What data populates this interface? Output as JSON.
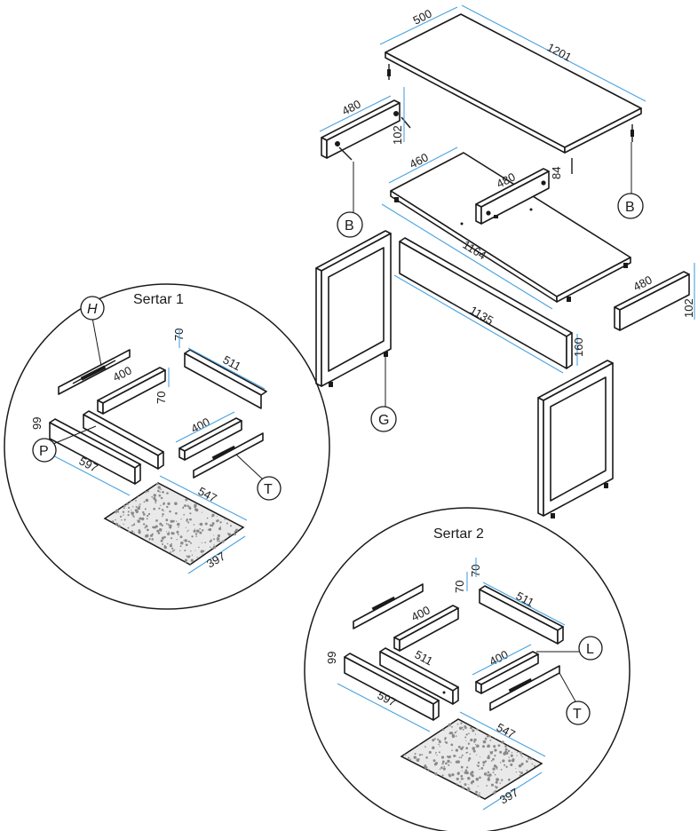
{
  "callouts": {
    "B": "B",
    "G": "G",
    "H": "H",
    "P": "P",
    "T": "T",
    "L": "L"
  },
  "drawer1": {
    "title": "Sertar 1"
  },
  "drawer2": {
    "title": "Sertar 2"
  },
  "dims": {
    "top_w": "500",
    "top_l": "1201",
    "rail_l": "480",
    "rail_h": "102",
    "shelf_w": "460",
    "shelf_l": "1164",
    "rail2_l": "480",
    "rail2_h": "84",
    "back_l": "1135",
    "back_h": "160",
    "rail3_l": "480",
    "rail3_h": "102",
    "d1_side": "400",
    "d1_h70a": "70",
    "d1_h70b": "70",
    "d1_back": "511",
    "d1_side2": "400",
    "d1_front": "597",
    "d1_front_h": "99",
    "d1_base_l": "547",
    "d1_base_w": "397",
    "d2_side": "400",
    "d2_h70a": "70",
    "d2_h70b": "70",
    "d2_back": "511",
    "d2_side2": "400",
    "d2_inner": "511",
    "d2_front": "597",
    "d2_front_h": "99",
    "d2_base_l": "547",
    "d2_base_w": "397"
  },
  "colors": {
    "line": "#1a1a1a",
    "dimension": "#4aa3e0",
    "board_fill": "#ffffff",
    "speckle": "#8a8a8a"
  }
}
